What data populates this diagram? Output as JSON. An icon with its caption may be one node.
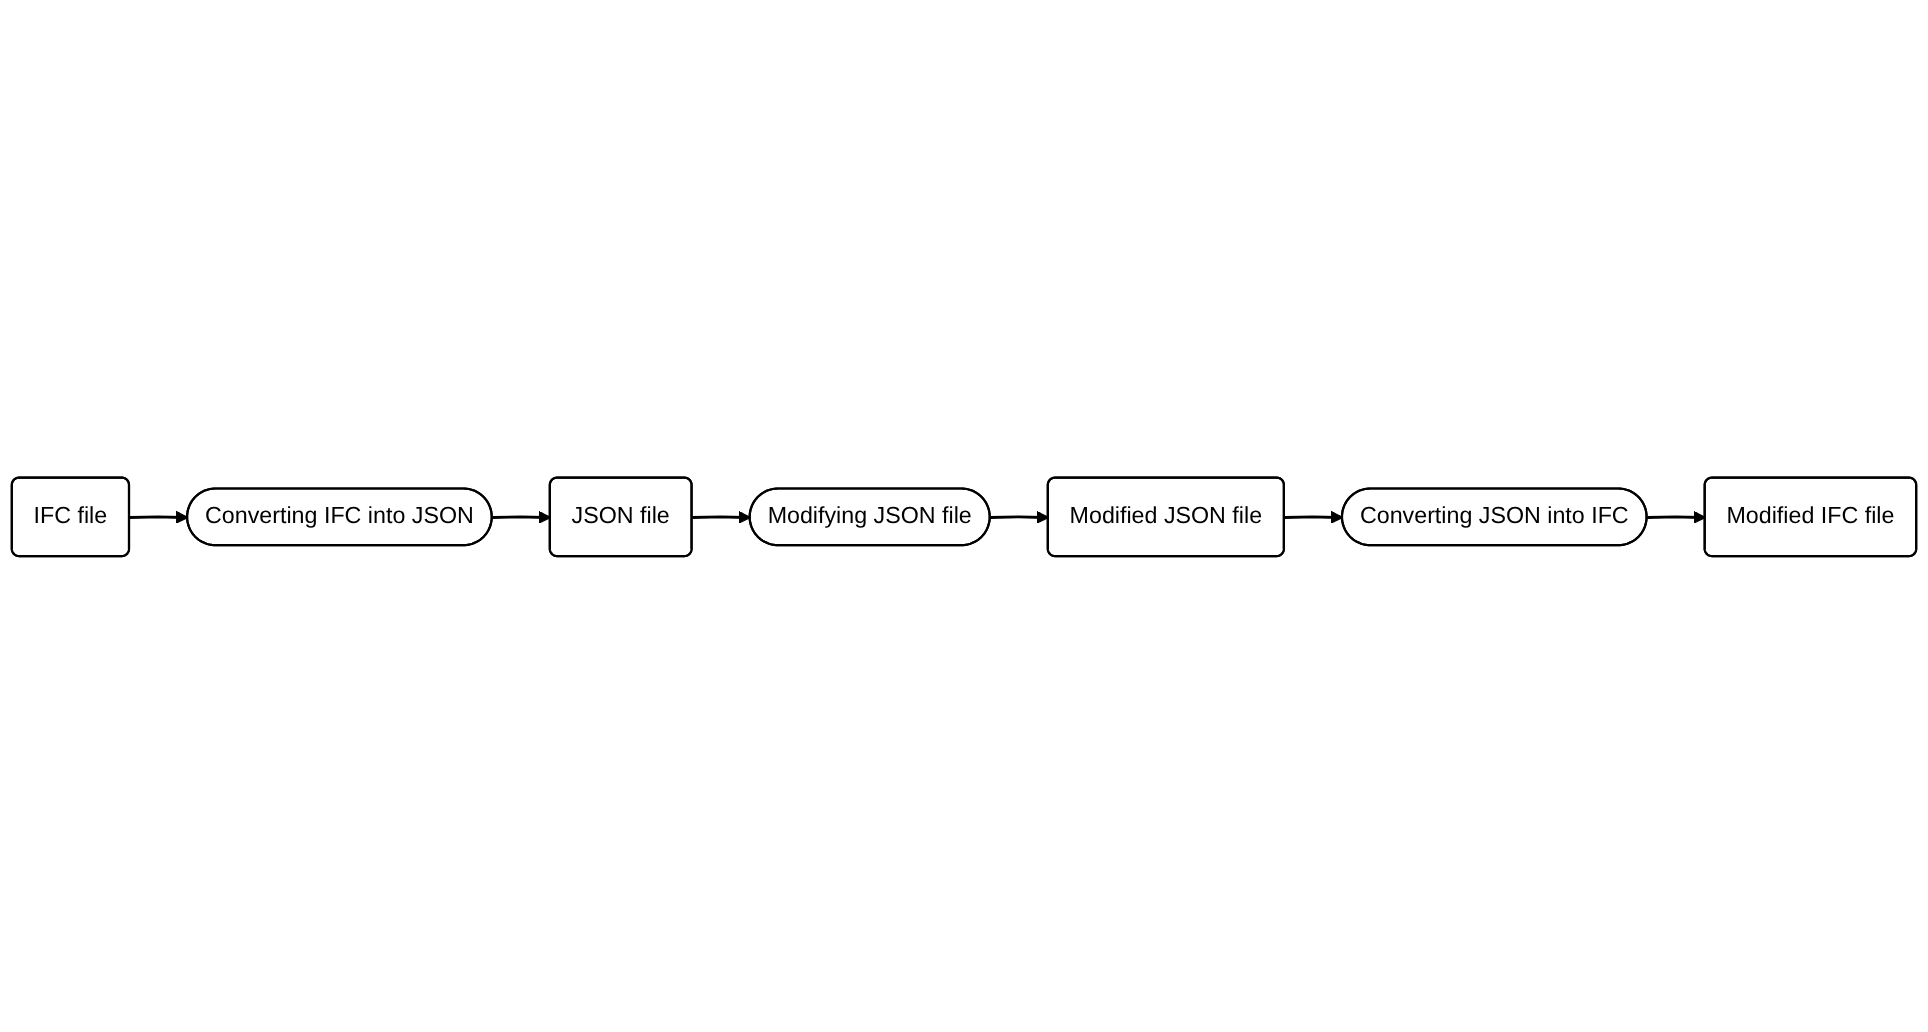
{
  "diagram": {
    "nodes": [
      {
        "text": [
          "IFC file"
        ]
      },
      {
        "text": [
          "Converting IFC into JSON"
        ]
      },
      {
        "text": [
          "JSON file"
        ]
      },
      {
        "text": [
          "Modifying JSON file"
        ]
      },
      {
        "text": [
          "Modified JSON file"
        ]
      },
      {
        "text": [
          "Converting JSON into IFC"
        ]
      },
      {
        "text": [
          "Modified IFC file"
        ]
      }
    ],
    "edges": [
      {
        "from": 0,
        "to": 1,
        "arrow": "to"
      },
      {
        "from": 1,
        "to": 2,
        "arrow": "to"
      },
      {
        "from": 2,
        "to": 3,
        "arrow": "to"
      },
      {
        "from": 3,
        "to": 4,
        "arrow": "to"
      },
      {
        "from": 4,
        "to": 5,
        "arrow": "to"
      },
      {
        "from": 5,
        "to": 6,
        "arrow": "to"
      }
    ]
  }
}
